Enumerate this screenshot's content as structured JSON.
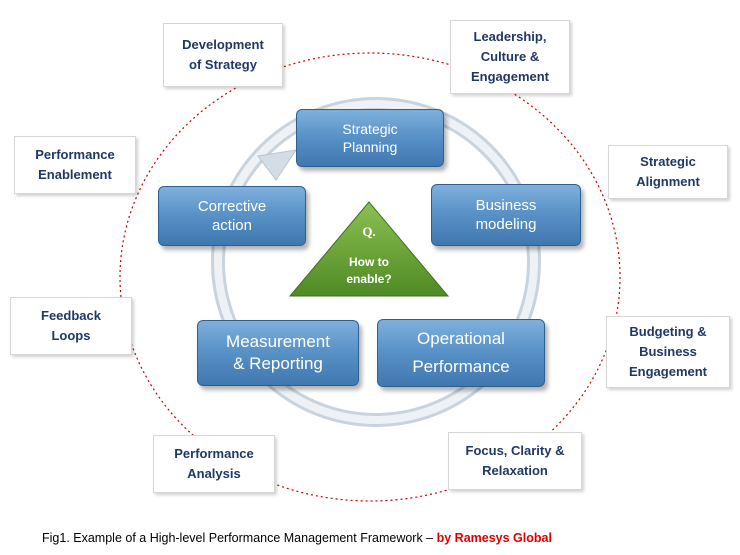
{
  "callouts": {
    "development_of_strategy": "Development\nof Strategy",
    "leadership_culture": "Leadership,\nCulture &\nEngagement",
    "performance_enablement": "Performance\nEnablement",
    "strategic_alignment": "Strategic\nAlignment",
    "feedback_loops": "Feedback\nLoops",
    "budgeting_business": "Budgeting &\nBusiness\nEngagement",
    "performance_analysis": "Performance\nAnalysis",
    "focus_clarity": "Focus, Clarity &\nRelaxation"
  },
  "cycle": {
    "strategic_planning": "Strategic\nPlanning",
    "business_modeling": "Business\nmodeling",
    "operational_performance": "Operational\nPerformance",
    "measurement_reporting": "Measurement\n& Reporting",
    "corrective_action": "Corrective\naction"
  },
  "center": {
    "q": "Q.",
    "question": "How to\nenable?"
  },
  "caption": {
    "text": "Fig1. Example of a High-level Performance Management Framework – ",
    "brand": "by Ramesys Global"
  },
  "colors": {
    "stage_blue": "#5a93c8",
    "triangle_green": "#6aa534",
    "ellipse_red": "#cc0000",
    "callout_text": "#1f3864"
  }
}
